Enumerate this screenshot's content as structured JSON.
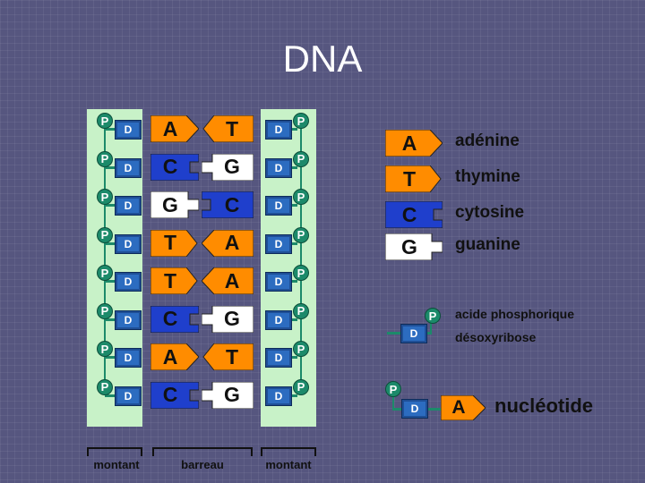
{
  "title": "DNA",
  "helix": {
    "phosphate_label": "P",
    "sugar_label": "D",
    "pairs": [
      {
        "left": "A",
        "right": "T"
      },
      {
        "left": "C",
        "right": "G"
      },
      {
        "left": "G",
        "right": "C"
      },
      {
        "left": "T",
        "right": "A"
      },
      {
        "left": "T",
        "right": "A"
      },
      {
        "left": "C",
        "right": "G"
      },
      {
        "left": "A",
        "right": "T"
      },
      {
        "left": "C",
        "right": "G"
      }
    ]
  },
  "legend": {
    "items": [
      {
        "base": "A",
        "name": "adénine"
      },
      {
        "base": "T",
        "name": "thymine"
      },
      {
        "base": "C",
        "name": "cytosine"
      },
      {
        "base": "G",
        "name": "guanine"
      }
    ],
    "phosphate_label": "acide phosphorique",
    "sugar_label": "désoxyribose",
    "nucleotide_label": "nucléotide"
  },
  "brackets": {
    "left": "montant",
    "middle": "barreau",
    "right": "montant"
  },
  "colors": {
    "A": "#ff8c00",
    "T": "#ff8c00",
    "C": "#1f3fcc",
    "G": "#ffffff",
    "backbone": "#c8f2c8",
    "phosphate": "#1c8a6a",
    "sugar": "#1f4f96",
    "background": "#56567f"
  }
}
